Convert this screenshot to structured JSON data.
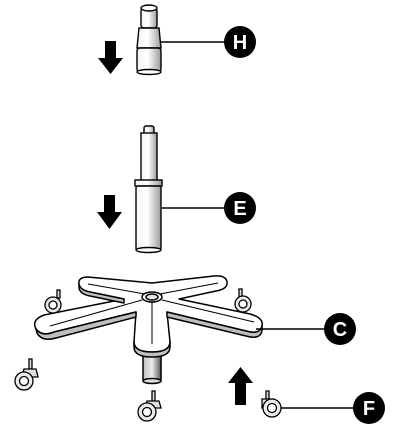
{
  "callouts": {
    "h": "H",
    "e": "E",
    "c": "C",
    "f": "F"
  },
  "icons": {
    "down_arrow": "arrow-down-icon",
    "up_arrow": "arrow-up-icon"
  },
  "colors": {
    "ink": "#000000",
    "paper": "#ffffff",
    "shade": "#d9d9d9",
    "dark_shade": "#7a7a7a"
  }
}
